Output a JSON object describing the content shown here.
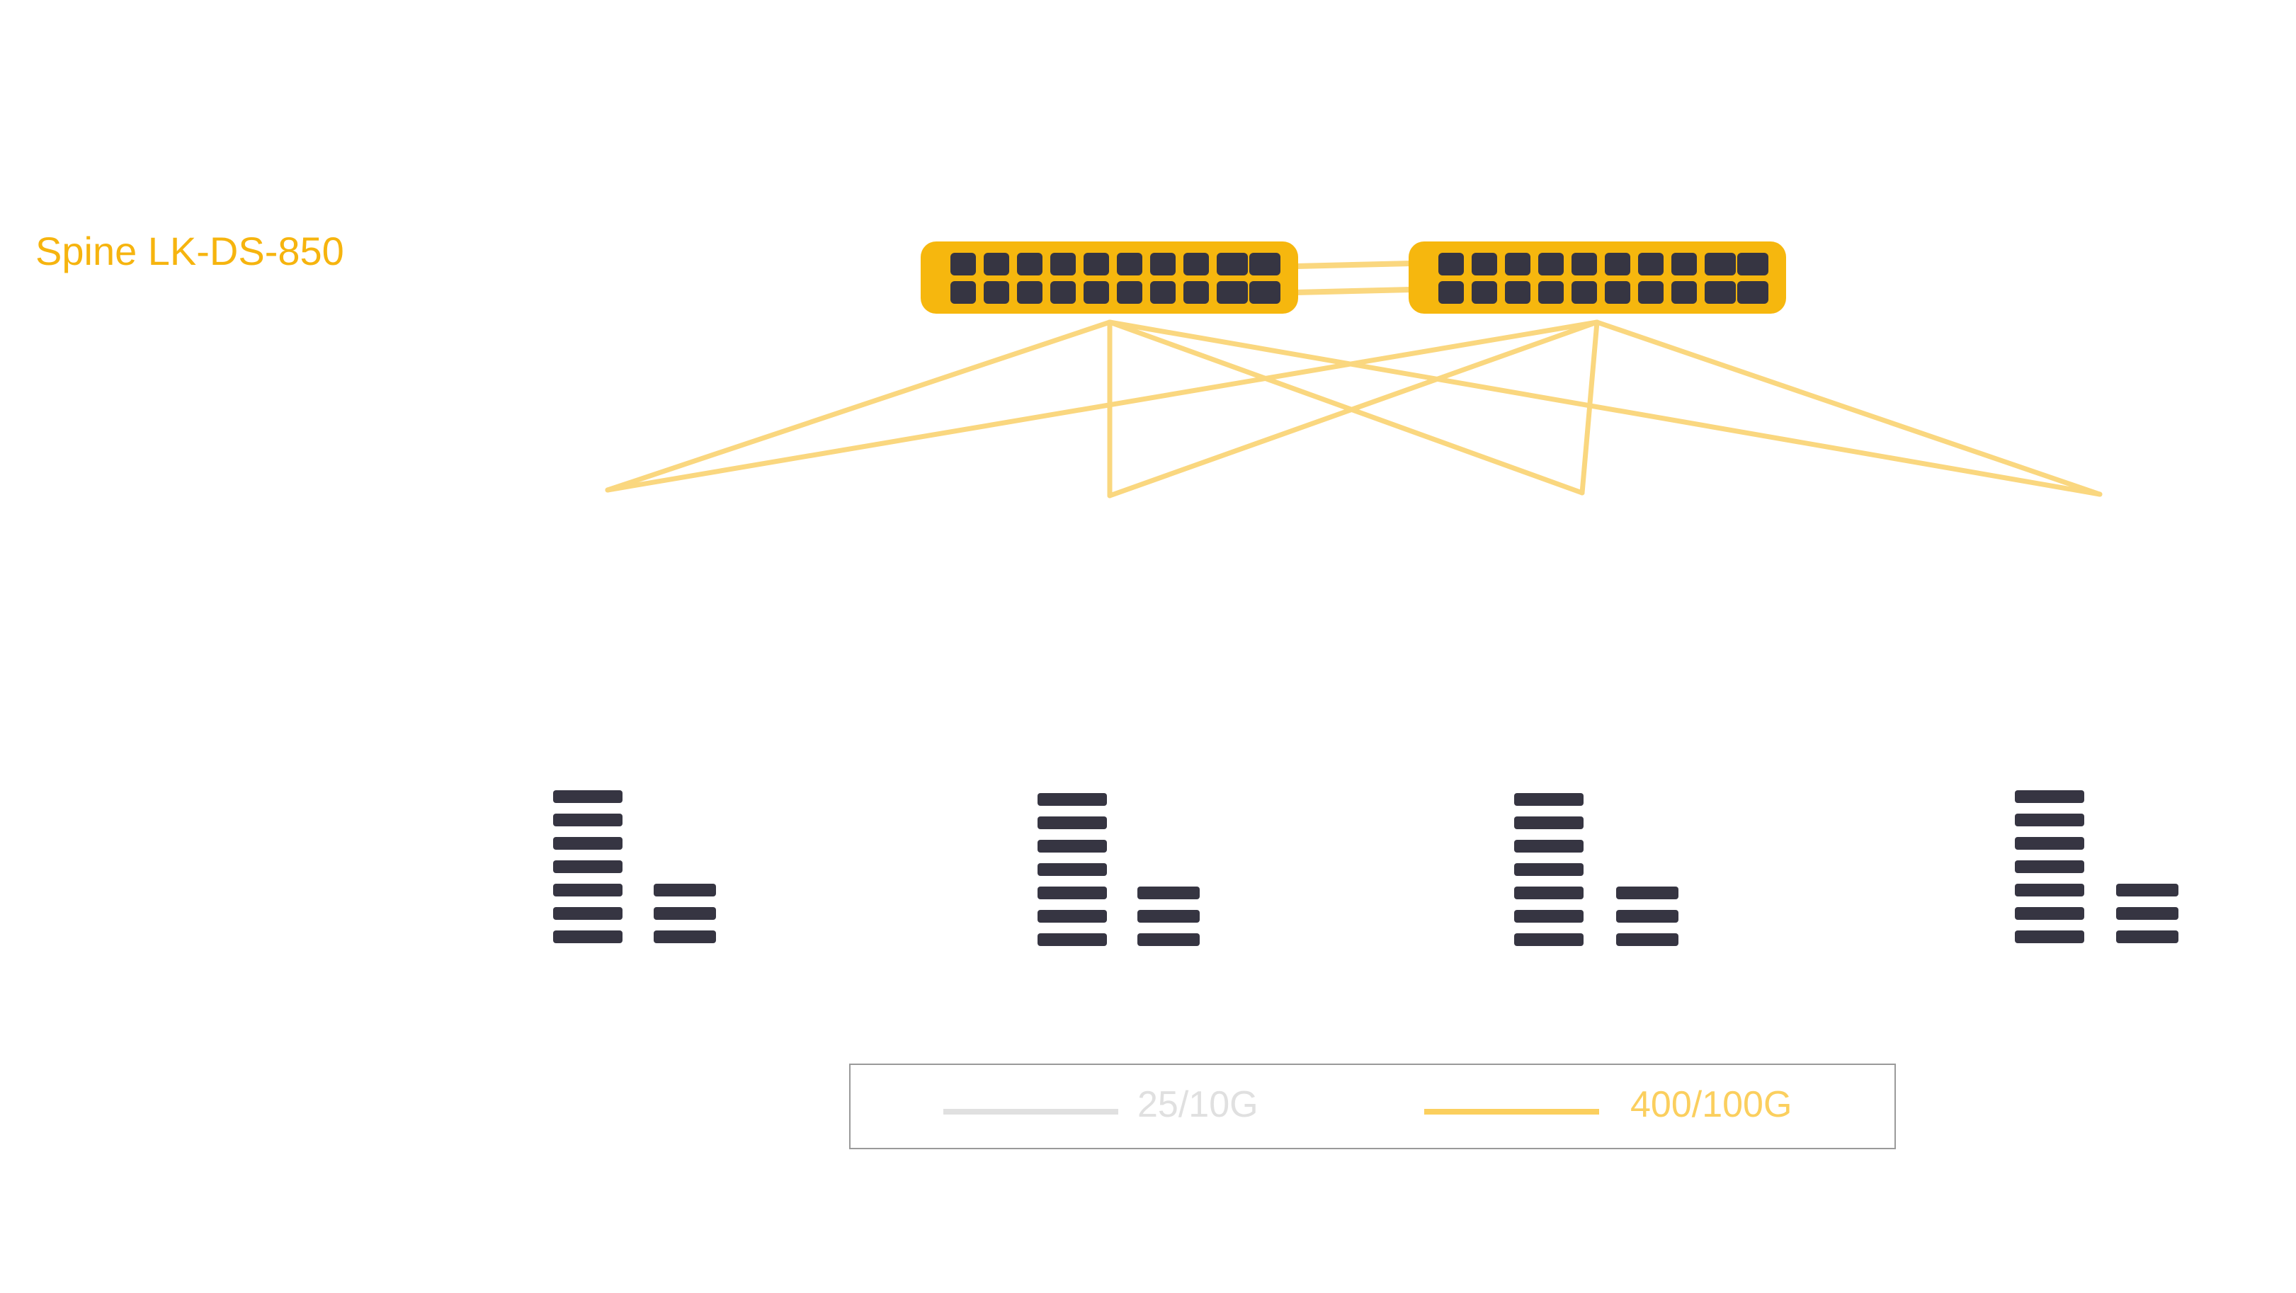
{
  "diagram": {
    "title": "Spine LK-DS-850",
    "spine_count": 2,
    "leaf_count": 4,
    "ports_per_row": 10,
    "colors": {
      "spine": "#F6B70E",
      "port": "#363542",
      "uplink": "#FAD77F",
      "title": "#F6B40E",
      "legend_gray": "#E0E0E0",
      "legend_yellow": "#FBCF5E"
    }
  },
  "legend": {
    "items": [
      {
        "label": "25/10G",
        "color": "#E0E0E0"
      },
      {
        "label": "400/100G",
        "color": "#FBCF5E"
      }
    ]
  }
}
